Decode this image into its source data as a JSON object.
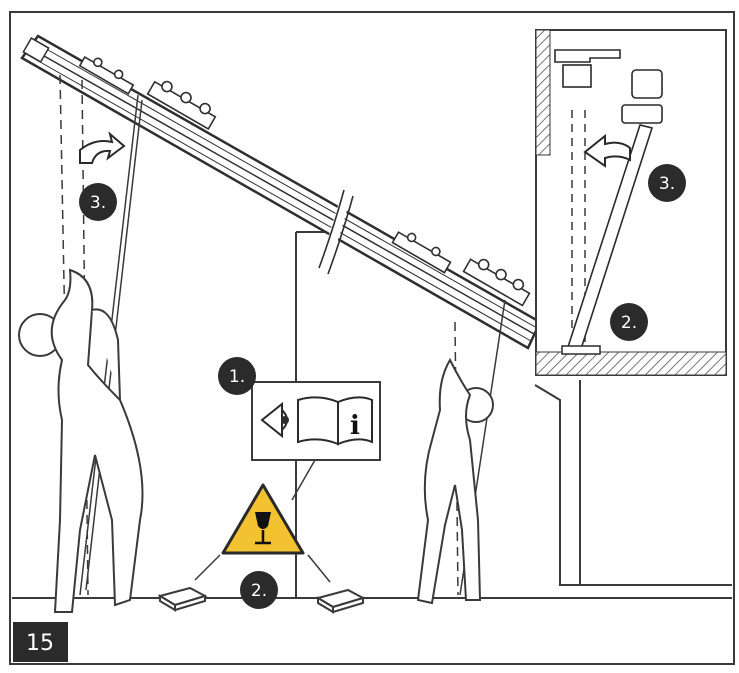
{
  "page": {
    "step_number": "15"
  },
  "steps": {
    "left_rotate": "3.",
    "read_manual": "1.",
    "set_down": "2.",
    "inset_rotate": "3.",
    "inset_lower": "2."
  },
  "manual_icon": {
    "letter": "i"
  },
  "icons": {
    "rotate_arrow": "curved-rotate-arrow-icon",
    "eye": "eye-icon",
    "book": "open-book-icon",
    "fragile": "fragile-glass-warning-icon",
    "inset_arrow": "rotate-arrow-icon"
  },
  "colors": {
    "badge": "#2b2b2b",
    "warning_fill": "#f2c230",
    "line": "#3a3a3a",
    "page_badge": "#2b2b2b"
  }
}
